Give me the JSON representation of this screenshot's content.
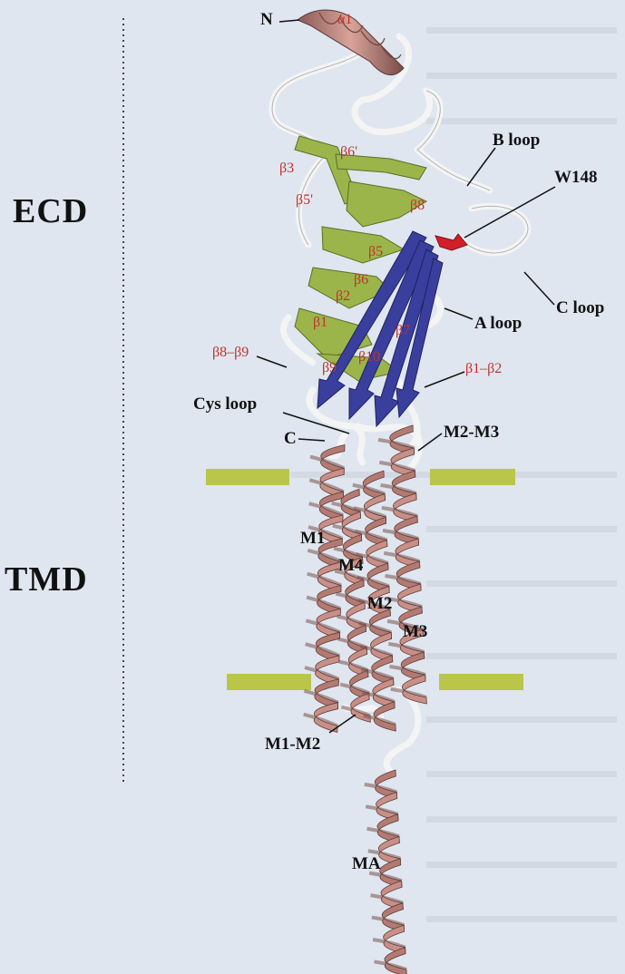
{
  "domains": {
    "ecd": "ECD",
    "tmd": "TMD"
  },
  "termini": {
    "n": "N",
    "c": "C"
  },
  "helices": {
    "a1": "α1",
    "m1": "M1",
    "m2": "M2",
    "m3": "M3",
    "m4": "M4",
    "ma": "MA"
  },
  "strands": {
    "b3": "β3",
    "b6p": "β6'",
    "b5p": "β5'",
    "b8": "β8",
    "b5": "β5",
    "b6": "β6",
    "b2": "β2",
    "b1": "β1",
    "b7": "β7",
    "b9": "β9",
    "b10": "β10"
  },
  "loops": {
    "b_loop": "B loop",
    "w148": "W148",
    "c_loop": "C loop",
    "a_loop": "A loop",
    "b8_b9": "β8–β9",
    "b1_b2": "β1–β2",
    "cys_loop": "Cys loop",
    "m2_m3": "M2-M3",
    "m1_m2": "M1-M2"
  },
  "colors": {
    "background": "#dfe6ef",
    "helix": "#c98f86",
    "strand_green": "#9bb54a",
    "strand_blue": "#3a3f9e",
    "coil": "#f2f2f2",
    "membrane": "#b9c64a",
    "ligand_red": "#d0202a",
    "label_red": "#c4322e"
  }
}
